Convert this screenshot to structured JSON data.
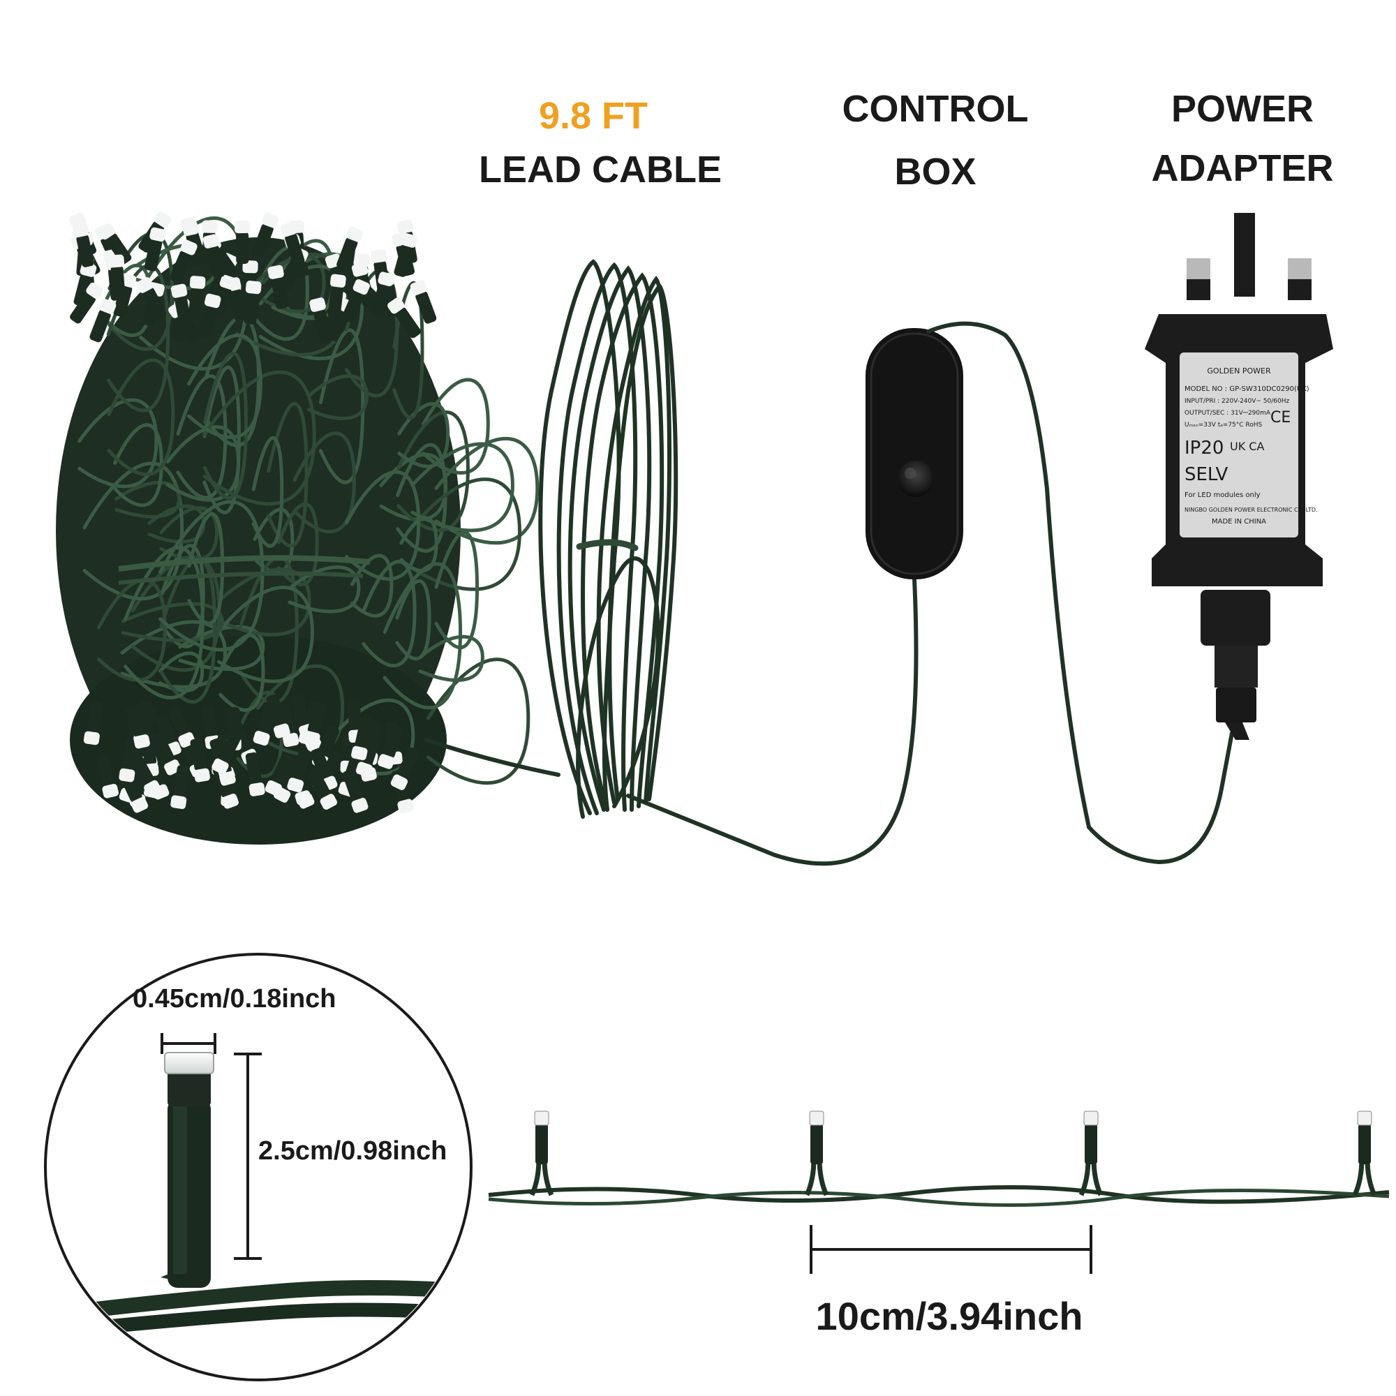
{
  "headings": {
    "lead_length": "9.8 FT",
    "lead_cable": "LEAD CABLE",
    "control_line1": "CONTROL",
    "control_line2": "BOX",
    "power_line1": "POWER",
    "power_line2": "ADAPTER"
  },
  "dimensions": {
    "bulb_width": "0.45cm/0.18inch",
    "bulb_height": "2.5cm/0.98inch",
    "spacing": "10cm/3.94inch"
  },
  "adapter_label": {
    "brand": "GOLDEN POWER",
    "model": "MODEL NO : GP-SW310DC0290(UK)",
    "input": "INPUT/PRI : 220V-240V~ 50/60Hz",
    "output": "OUTPUT/SEC : 31V⎓290mA",
    "temp": "Uₘₐₓ=33V   tₐ=75°C  RoHS",
    "ip": "IP20",
    "ukca": "UK CA",
    "selv": "SELV",
    "ce": "CE",
    "note": "For LED modules only",
    "maker": "NINGBO GOLDEN POWER ELECTRONIC CO.,LTD.",
    "origin": "MADE IN CHINA"
  },
  "colors": {
    "accent": "#f0a020",
    "text": "#1a1a1a",
    "wire": "#1f3324",
    "adapter": "#1c1c1c",
    "label_bg": "#d8d8d8"
  }
}
